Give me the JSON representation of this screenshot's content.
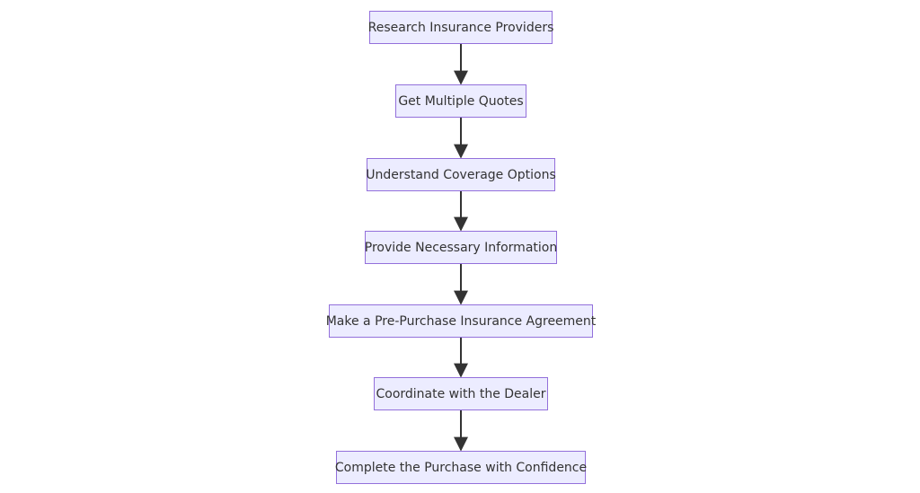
{
  "flowchart": {
    "direction": "top-down",
    "nodes": [
      {
        "id": "n0",
        "label": "Research Insurance Providers"
      },
      {
        "id": "n1",
        "label": "Get Multiple Quotes"
      },
      {
        "id": "n2",
        "label": "Understand Coverage Options"
      },
      {
        "id": "n3",
        "label": "Provide Necessary Information"
      },
      {
        "id": "n4",
        "label": "Make a Pre-Purchase Insurance Agreement"
      },
      {
        "id": "n5",
        "label": "Coordinate with the Dealer"
      },
      {
        "id": "n6",
        "label": "Complete the Purchase with Confidence"
      }
    ],
    "edges": [
      {
        "from": "n0",
        "to": "n1"
      },
      {
        "from": "n1",
        "to": "n2"
      },
      {
        "from": "n2",
        "to": "n3"
      },
      {
        "from": "n3",
        "to": "n4"
      },
      {
        "from": "n4",
        "to": "n5"
      },
      {
        "from": "n5",
        "to": "n6"
      }
    ],
    "colors": {
      "node_fill": "#ececff",
      "node_border": "#9370db",
      "text": "#333333",
      "edge": "#333333"
    }
  }
}
